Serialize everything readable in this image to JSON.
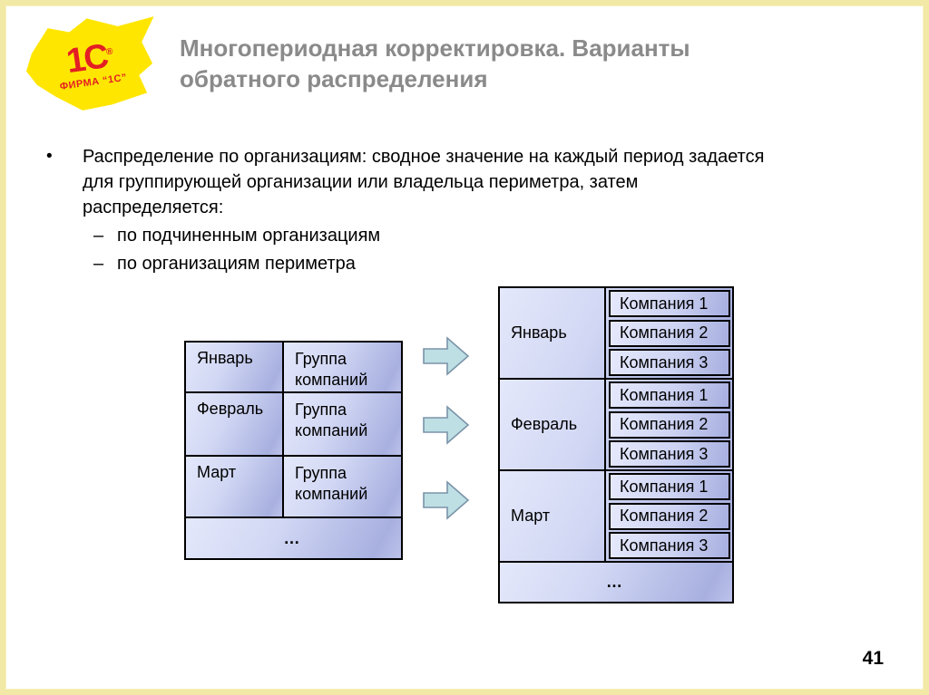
{
  "slide": {
    "page_number": "41"
  },
  "logo": {
    "brand": "1С",
    "mark": "®",
    "caption": "ФИРМА “1С”"
  },
  "title": {
    "line1": "Многопериодная корректировка. Варианты",
    "line2": "обратного распределения"
  },
  "bullets": {
    "marker": "•",
    "main_lines": [
      "Распределение по организациям: сводное значение на каждый период задается",
      "для группирующей организации или владельца периметра, затем",
      "распределяется:"
    ],
    "sub_marker": "–",
    "sub": [
      "по подчиненным организациям",
      "по организациям периметра"
    ]
  },
  "diagram": {
    "left_table": {
      "rows": [
        {
          "period": "Январь",
          "value": "Группа компаний"
        },
        {
          "period": "Февраль",
          "value": "Группа компаний"
        },
        {
          "period": "Март",
          "value": "Группа компаний"
        }
      ],
      "ellipsis": "…"
    },
    "right_table": {
      "groups": [
        {
          "period": "Январь",
          "companies": [
            "Компания 1",
            "Компания 2",
            "Компания 3"
          ]
        },
        {
          "period": "Февраль",
          "companies": [
            "Компания 1",
            "Компания 2",
            "Компания 3"
          ]
        },
        {
          "period": "Март",
          "companies": [
            "Компания 1",
            "Компания 2",
            "Компания 3"
          ]
        }
      ],
      "ellipsis": "…"
    },
    "colors": {
      "slide_border": "#f2e9a6",
      "title_gray": "#8a8a8a",
      "cell_gradient_light": "#e4e8fb",
      "cell_gradient_dark": "#a8b0e0",
      "arrow_fill": "#bedfe4",
      "arrow_stroke": "#7b93a8",
      "logo_yellow": "#ffe600",
      "logo_red": "#e31e24"
    }
  }
}
